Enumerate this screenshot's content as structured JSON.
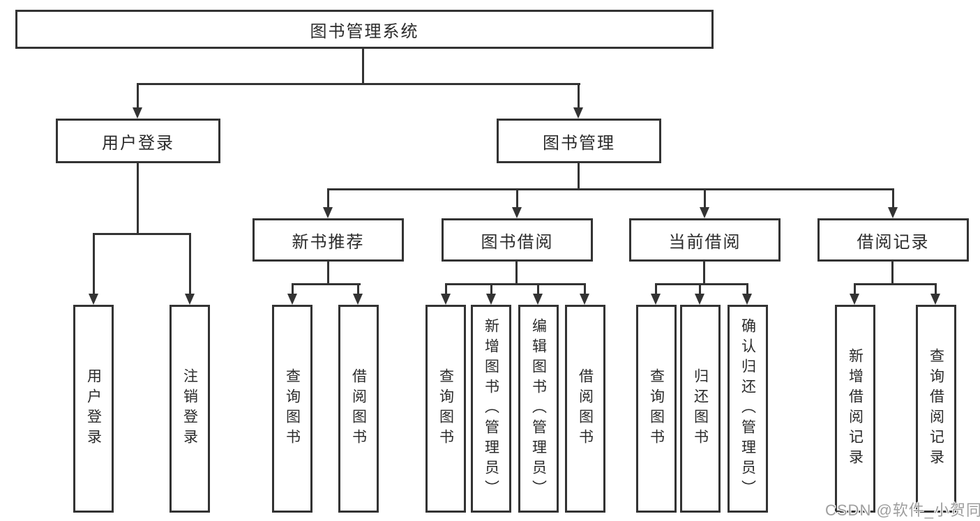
{
  "colors": {
    "line": "#333333",
    "text": "#2b2b2b",
    "background": "#ffffff",
    "watermark_text": "#9e9e9e"
  },
  "root": {
    "label": "图书管理系统"
  },
  "login_branch": {
    "label": "用户登录",
    "children": [
      {
        "label": "用户登录"
      },
      {
        "label": "注销登录"
      }
    ]
  },
  "management_branch": {
    "label": "图书管理",
    "groups": [
      {
        "label": "新书推荐",
        "children": [
          {
            "label": "查询图书"
          },
          {
            "label": "借阅图书"
          }
        ]
      },
      {
        "label": "图书借阅",
        "children": [
          {
            "label": "查询图书"
          },
          {
            "label": "新增图书（管理员）"
          },
          {
            "label": "编辑图书（管理员）"
          },
          {
            "label": "借阅图书"
          }
        ]
      },
      {
        "label": "当前借阅",
        "children": [
          {
            "label": "查询图书"
          },
          {
            "label": "归还图书"
          },
          {
            "label": "确认归还（管理员）"
          }
        ]
      },
      {
        "label": "借阅记录",
        "children": [
          {
            "label": "新增借阅记录"
          },
          {
            "label": "查询借阅记录"
          }
        ]
      }
    ]
  },
  "watermark": {
    "text": "CSDN @软件_小贺同学"
  }
}
